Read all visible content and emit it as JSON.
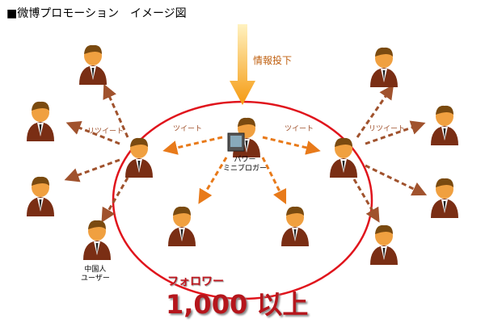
{
  "title": "■微博プロモーション　イメージ図",
  "info_label": "情報投下",
  "power_blogger": [
    "パワー",
    "ミニブロガー"
  ],
  "tweet_label": "ツイート",
  "retweet_label": "リツイート",
  "chinese_user": [
    "中国人",
    "ユーザー"
  ],
  "follower_label": "フォロワー",
  "follower_count": "1,000 以上",
  "colors": {
    "ring": "#e0141c",
    "arrow": "#a0522d",
    "arrow_inner": "#e87a1a",
    "big_arrow": "#f5a020"
  }
}
